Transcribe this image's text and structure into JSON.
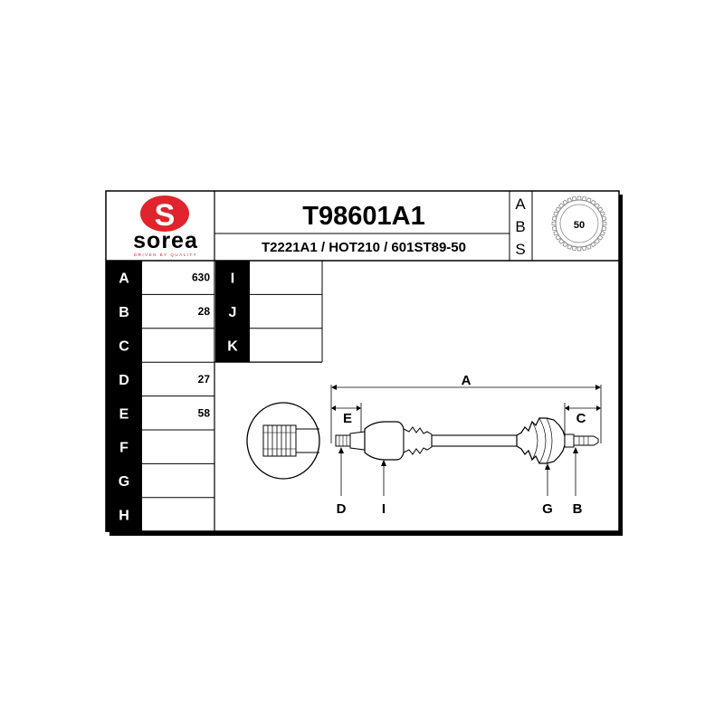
{
  "header": {
    "part_number": "T98601A1",
    "cross_references": "T2221A1 / HOT210 / 601ST89-50",
    "abs_letters": [
      "A",
      "B",
      "S"
    ],
    "abs_teeth": "50"
  },
  "logo": {
    "brand": "sorea",
    "tagline": "DRIVEN BY QUALITY",
    "color": "#e0232c"
  },
  "dimensions_left": [
    {
      "key": "A",
      "value": "630"
    },
    {
      "key": "B",
      "value": "28"
    },
    {
      "key": "C",
      "value": ""
    },
    {
      "key": "D",
      "value": "27"
    },
    {
      "key": "E",
      "value": "58"
    },
    {
      "key": "F",
      "value": ""
    },
    {
      "key": "G",
      "value": ""
    },
    {
      "key": "H",
      "value": ""
    }
  ],
  "dimensions_right": [
    {
      "key": "I",
      "value": ""
    },
    {
      "key": "J",
      "value": ""
    },
    {
      "key": "K",
      "value": ""
    }
  ],
  "diagram_labels": {
    "A": "A",
    "E": "E",
    "C": "C",
    "D": "D",
    "I": "I",
    "G": "G",
    "B": "B"
  }
}
